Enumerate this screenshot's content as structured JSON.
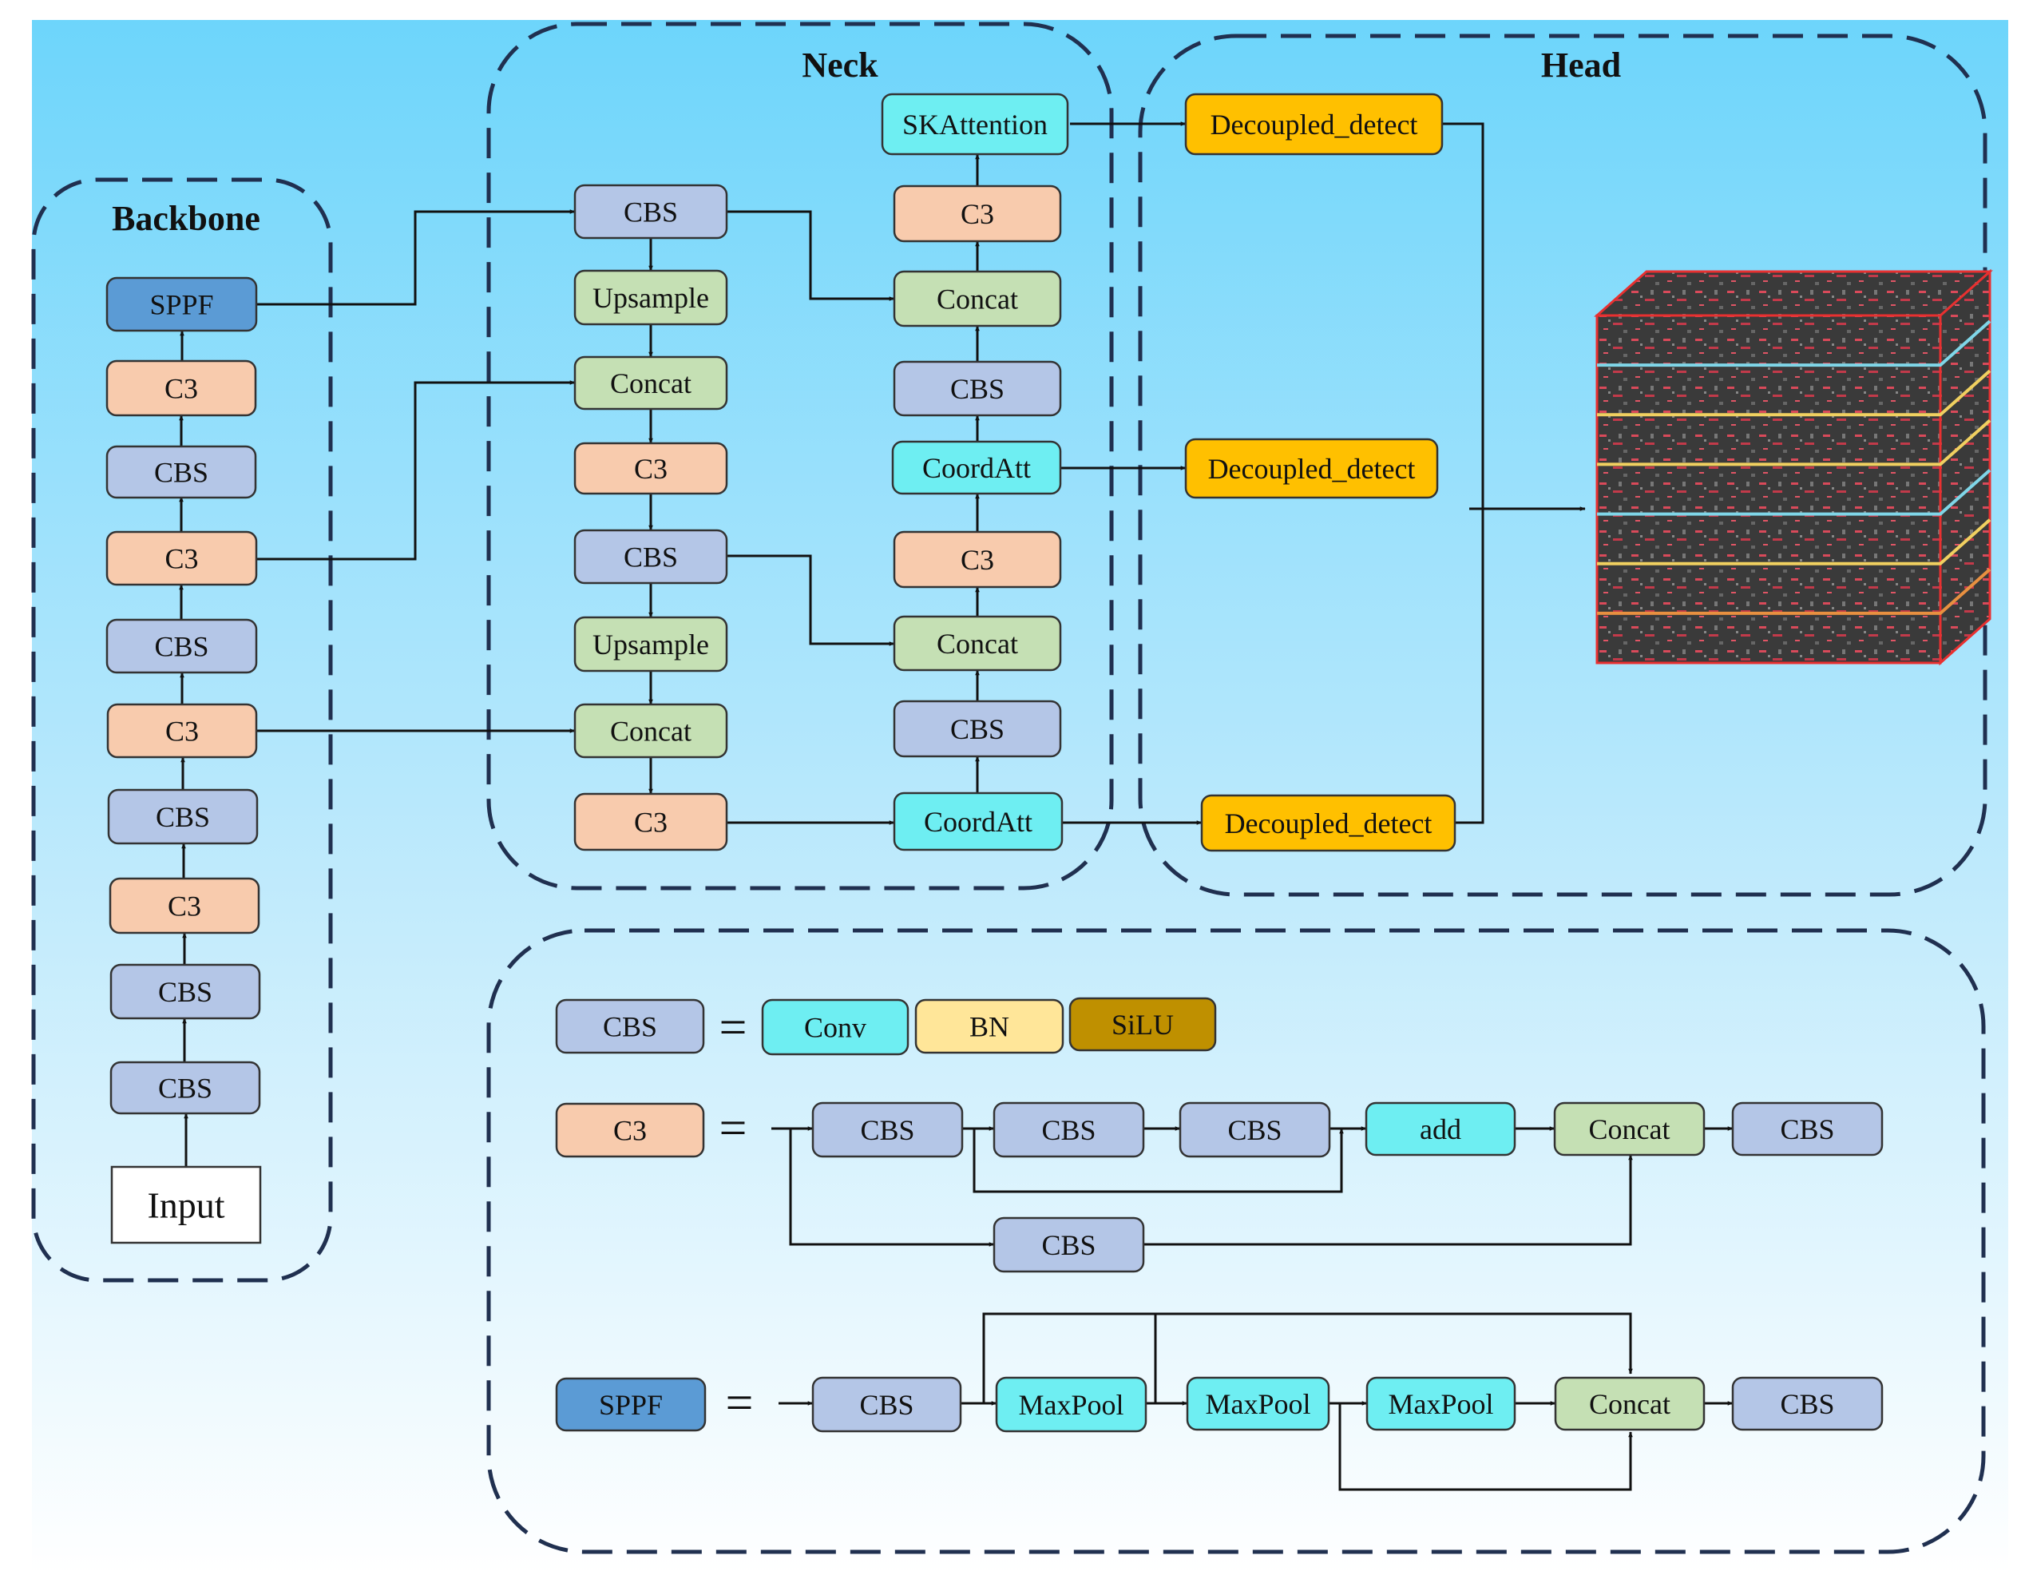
{
  "colors": {
    "cbs": "#b4c6e7",
    "c3": "#f8cbad",
    "sppf": "#5b9bd5",
    "green": "#c5e0b4",
    "cyan": "#6eeef2",
    "yellow": "#ffc000",
    "bn": "#ffe699",
    "silu": "#bf9000",
    "input": "#ffffff",
    "dash": "#203050",
    "bg_top": "#6dd5fb",
    "bg_bottom": "#ffffff"
  },
  "sections": {
    "backbone": "Backbone",
    "neck": "Neck",
    "head": "Head"
  },
  "backbone": {
    "input": "Input",
    "layers": [
      "CBS",
      "CBS",
      "C3",
      "CBS",
      "C3",
      "CBS",
      "C3",
      "CBS",
      "C3",
      "SPPF"
    ]
  },
  "neck": {
    "left_column": [
      "CBS",
      "Upsample",
      "Concat",
      "C3",
      "CBS",
      "Upsample",
      "Concat",
      "C3"
    ],
    "right_column": [
      "SKAttention",
      "C3",
      "Concat",
      "CBS",
      "CoordAtt",
      "C3",
      "Concat",
      "CBS",
      "CoordAtt"
    ]
  },
  "head": {
    "detectors": [
      "Decoupled_detect",
      "Decoupled_detect",
      "Decoupled_detect"
    ]
  },
  "legend": {
    "equals": "=",
    "cbs_def": {
      "name": "CBS",
      "parts": [
        "Conv",
        "BN",
        "SiLU"
      ]
    },
    "c3_def": {
      "name": "C3",
      "main": [
        "CBS",
        "CBS",
        "CBS",
        "add",
        "Concat",
        "CBS"
      ],
      "branch": "CBS"
    },
    "sppf_def": {
      "name": "SPPF",
      "main": [
        "CBS",
        "MaxPool",
        "MaxPool",
        "MaxPool",
        "Concat",
        "CBS"
      ]
    }
  }
}
